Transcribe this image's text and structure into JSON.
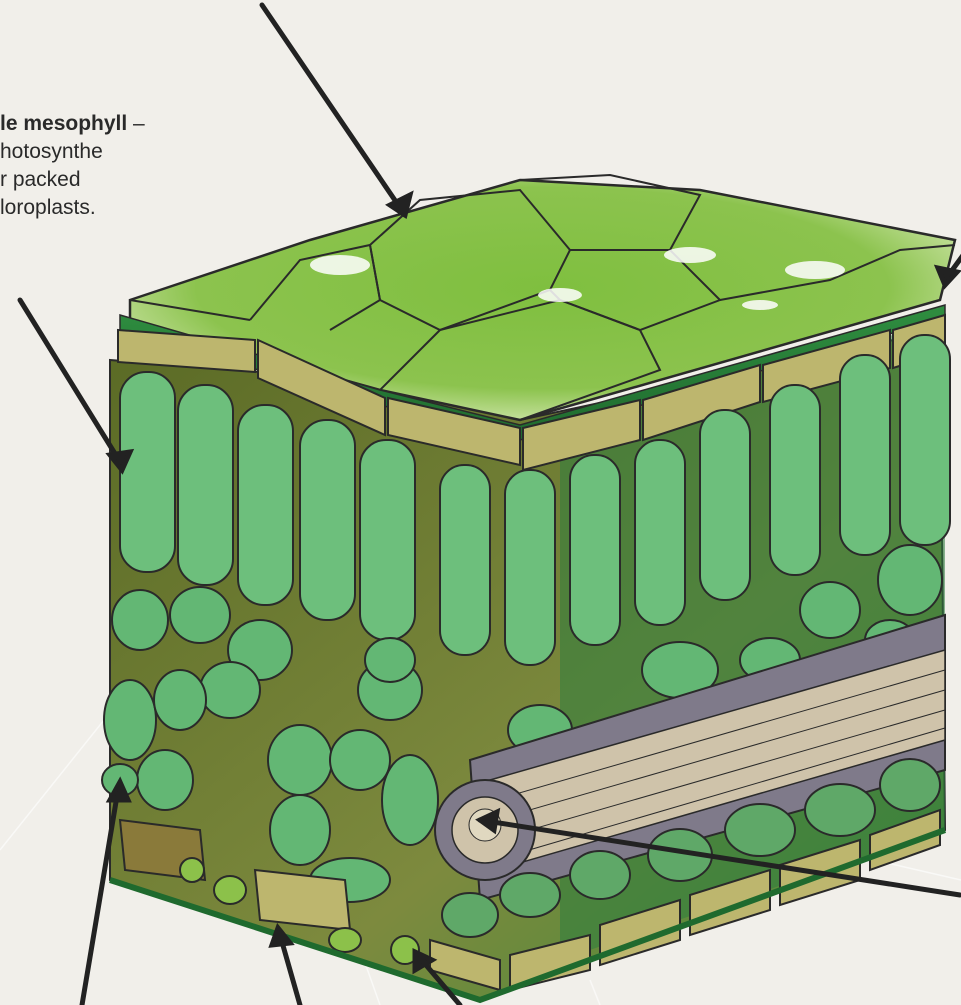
{
  "label_palisade": {
    "title": "le mesophyll",
    "dash": " –",
    "lines": [
      "hotosynthe",
      "r packed",
      "loroplasts."
    ]
  },
  "colors": {
    "background": "#f1efea",
    "epidermis_top": "#8cc14a",
    "epidermis_light": "#c9e29a",
    "tan_cells": "#b9b56a",
    "palisade": "#6dbf7c",
    "spongy": "#63b774",
    "interior": "#6e7a36",
    "vein_sheath": "#7f7a8a",
    "xylem_phloem": "#cfc3aa",
    "lower_cells": "#5fa868",
    "outline": "#2a2a2a",
    "arrow": "#222222"
  }
}
